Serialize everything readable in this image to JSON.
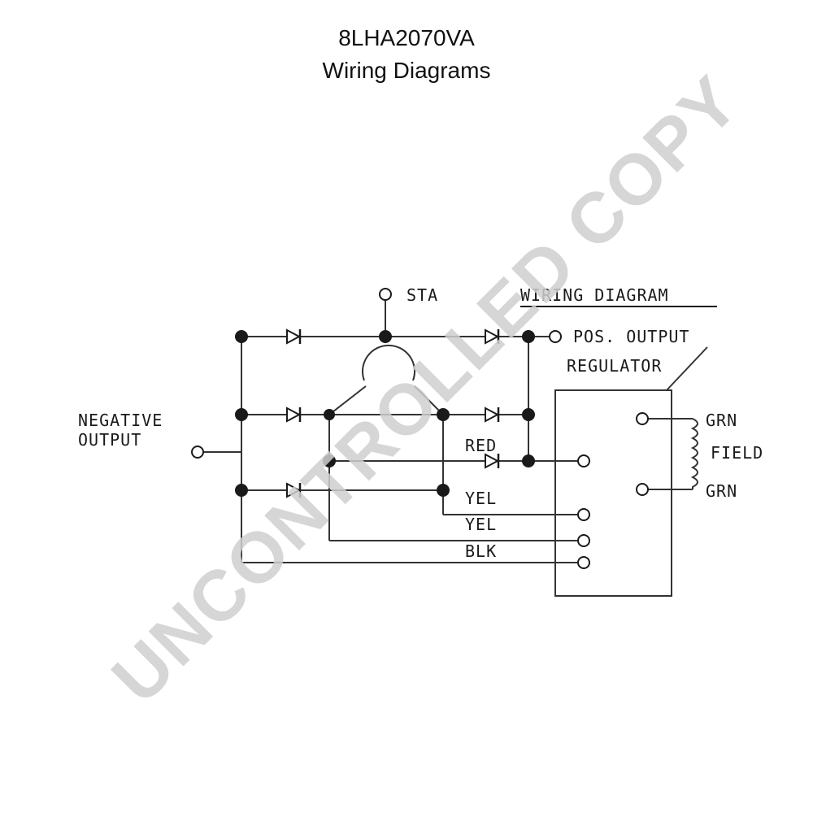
{
  "header": {
    "model": "8LHA2070VA",
    "subtitle": "Wiring Diagrams"
  },
  "diagram": {
    "heading": "WIRING DIAGRAM",
    "labels": {
      "sta": "STA",
      "pos_output": "POS. OUTPUT",
      "regulator": "REGULATOR",
      "negative": "NEGATIVE",
      "output": "OUTPUT",
      "red": "RED",
      "yel_1": "YEL",
      "yel_2": "YEL",
      "blk": "BLK",
      "grn_top": "GRN",
      "field": "FIELD",
      "grn_bottom": "GRN"
    }
  },
  "watermark": "UNCONTROLLED COPY"
}
